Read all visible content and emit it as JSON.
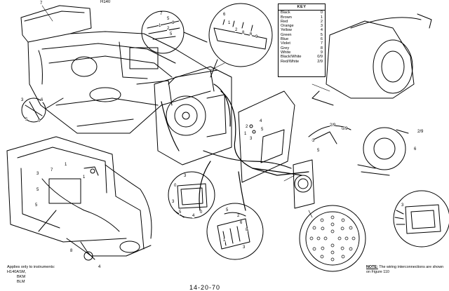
{
  "header": {
    "model": "H140"
  },
  "key": {
    "title": "KEY",
    "rows": [
      {
        "color": "Black",
        "code": "0"
      },
      {
        "color": "Brown",
        "code": "1"
      },
      {
        "color": "Red",
        "code": "2"
      },
      {
        "color": "Orange",
        "code": "3"
      },
      {
        "color": "Yellow",
        "code": "4"
      },
      {
        "color": "Green",
        "code": "5"
      },
      {
        "color": "Blue",
        "code": "6"
      },
      {
        "color": "Violet",
        "code": "7"
      },
      {
        "color": "Grey",
        "code": "8"
      },
      {
        "color": "White",
        "code": "9"
      },
      {
        "color": "Black/White",
        "code": "0/9"
      },
      {
        "color": "Red/White",
        "code": "2/9"
      }
    ]
  },
  "applies": {
    "heading": "Applies only to instruments:",
    "models": [
      "H140ASM,",
      "BKM",
      "BLM"
    ]
  },
  "note": {
    "label": "NOTE:",
    "text": "The wiring interconnections are shown on Figure 110"
  },
  "page_number": "14-20-70",
  "callouts": {
    "top_left": "7",
    "left_detail": [
      "3",
      "6",
      "5",
      "0"
    ],
    "mid_left": [
      "3",
      "5",
      "7",
      "1",
      "5",
      "1"
    ],
    "bottom_left": [
      "8",
      "4"
    ],
    "connector_top": [
      "7",
      "5",
      "8",
      "2",
      "5",
      "1"
    ],
    "plate": [
      "6",
      "2",
      "8",
      "1",
      "6",
      "9"
    ],
    "strip": [
      "5",
      "2",
      "6",
      "8",
      "1",
      "3"
    ],
    "pcb": [
      "4",
      "5",
      "3",
      "2",
      "1"
    ],
    "motor_detail": [
      "2/9",
      "0/9",
      "3",
      "5",
      "2/9",
      "6"
    ],
    "circle_bottom": [
      "0",
      "3",
      "5",
      "4",
      "0",
      "3"
    ],
    "bottom_right": [
      "3"
    ]
  },
  "colors": {
    "line": "#000000",
    "paper": "#ffffff"
  }
}
